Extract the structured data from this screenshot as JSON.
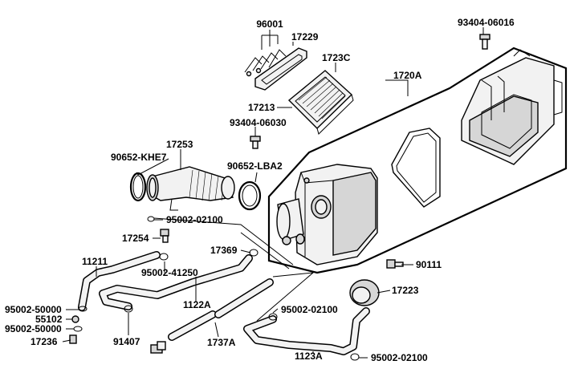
{
  "labels": {
    "p96001": "96001",
    "p17229": "17229",
    "p93404_06016": "93404-06016",
    "p1723C": "1723C",
    "p1720A": "1720A",
    "p17213": "17213",
    "p93404_06030": "93404-06030",
    "p17253": "17253",
    "p90652_KHE7": "90652-KHE7",
    "p90652_LBA2": "90652-LBA2",
    "p95002_02100_a": "95002-02100",
    "p17254": "17254",
    "p17369": "17369",
    "p11211": "11211",
    "p95002_41250": "95002-41250",
    "p90111": "90111",
    "p17223": "17223",
    "p95002_50000_a": "95002-50000",
    "p55102": "55102",
    "p95002_50000_b": "95002-50000",
    "p17236": "17236",
    "p1122A": "1122A",
    "p91407": "91407",
    "p1737A": "1737A",
    "p95002_02100_b": "95002-02100",
    "p1123A": "1123A",
    "p95002_02100_c": "95002-02100"
  },
  "colors": {
    "line": "#000000",
    "part_fill": "#f2f2f2",
    "part_shade": "#d6d6d6",
    "background": "#ffffff"
  }
}
